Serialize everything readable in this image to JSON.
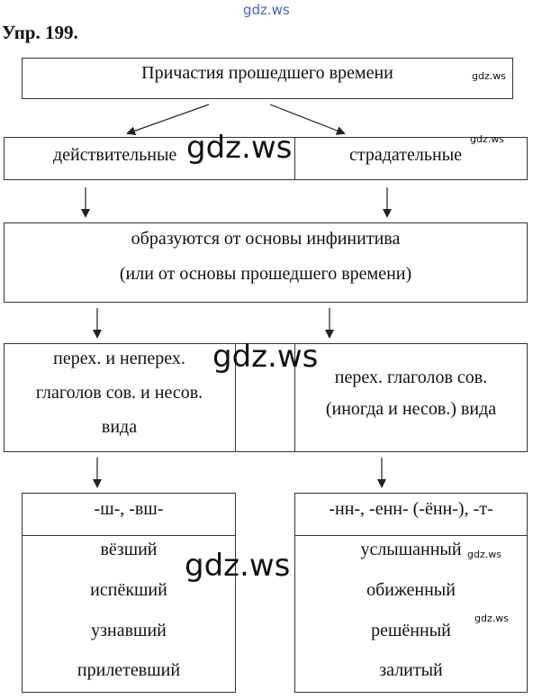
{
  "watermark_top": "gdz.ws",
  "exercise_title": "Упр. 199.",
  "diagram": {
    "root": "Причастия прошедшего времени",
    "active_label": "действительные",
    "passive_label": "страдательные",
    "formation_line1": "образуются от основы инфинитива",
    "formation_line2": "(или от основы прошедшего времени)",
    "active_verbs": [
      "перех. и неперех.",
      "глаголов сов. и несов.",
      "вида"
    ],
    "passive_verbs": [
      "перех. глаголов сов.",
      "(иногда и несов.) вида"
    ],
    "active_suffixes": "-ш-, -вш-",
    "passive_suffixes": "-нн-, -енн- (-ённ-), -т-",
    "active_examples": [
      "вёзший",
      "испёкший",
      "узнавший",
      "прилетевший"
    ],
    "passive_examples": [
      "услышанный",
      "обиженный",
      "решённый",
      "залитый"
    ]
  },
  "watermarks": {
    "big": "gdz.ws",
    "small": "gdz.ws"
  }
}
